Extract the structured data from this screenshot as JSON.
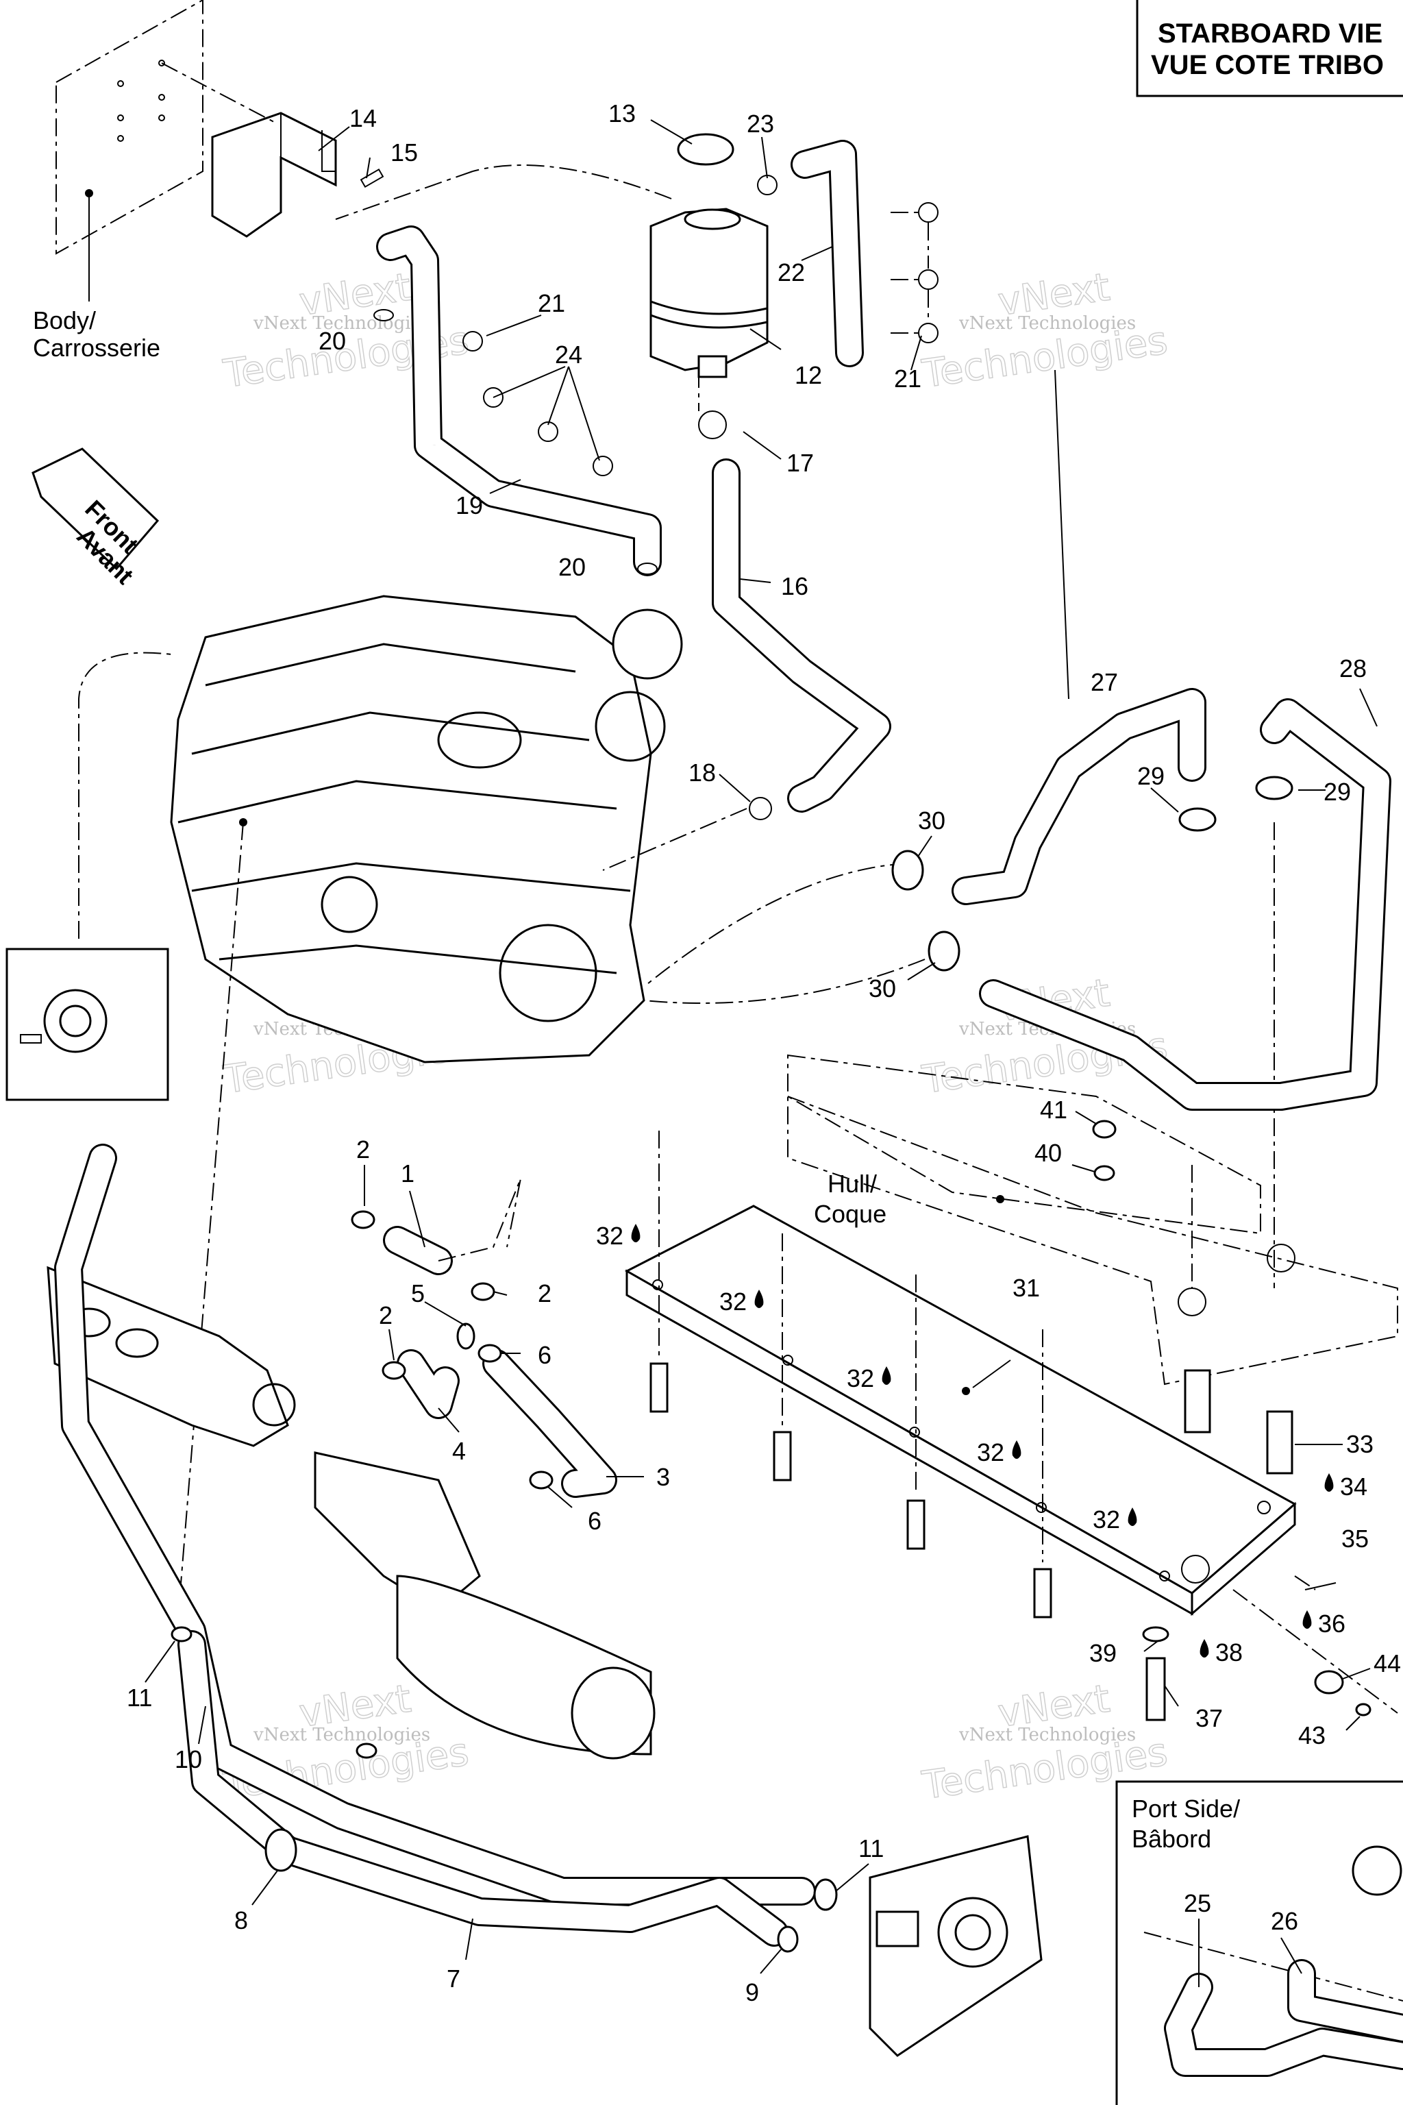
{
  "title": {
    "line1": "STARBOARD VIE",
    "line2": "VUE COTE TRIBO"
  },
  "regions": {
    "body": {
      "line1": "Body/",
      "line2": "Carrosserie"
    },
    "hull": {
      "line1": "Hull/",
      "line2": "Coque"
    },
    "front": {
      "line1": "Front",
      "line2": "Avant"
    },
    "port": {
      "line1": "Port Side/",
      "line2": "Bâbord"
    }
  },
  "watermark": {
    "line1": "vNext Technologies",
    "line2": "Technologies",
    "line3": "vNext"
  },
  "part_numbers": [
    "1",
    "2",
    "3",
    "4",
    "5",
    "6",
    "7",
    "8",
    "9",
    "10",
    "11",
    "12",
    "13",
    "14",
    "15",
    "16",
    "17",
    "18",
    "19",
    "20",
    "21",
    "22",
    "23",
    "24",
    "25",
    "26",
    "27",
    "28",
    "29",
    "30",
    "31",
    "32",
    "33",
    "34",
    "35",
    "36",
    "37",
    "38",
    "39",
    "40",
    "41",
    "43",
    "44"
  ],
  "callouts": {
    "c13": "13",
    "c23": "23",
    "c14": "14",
    "c15": "15",
    "c22": "22",
    "c21a": "21",
    "c21b": "21",
    "c12": "12",
    "c20a": "20",
    "c24": "24",
    "c17": "17",
    "c19": "19",
    "c20b": "20",
    "c16": "16",
    "c27": "27",
    "c28": "28",
    "c18": "18",
    "c29a": "29",
    "c29b": "29",
    "c30a": "30",
    "c30b": "30",
    "c41": "41",
    "c40": "40",
    "c2a": "2",
    "c1": "1",
    "c2b": "2",
    "c5": "5",
    "c2c": "2",
    "c6a": "6",
    "c4": "4",
    "c3": "3",
    "c6b": "6",
    "c31": "31",
    "c32a": "32",
    "c32b": "32",
    "c32c": "32",
    "c32d": "32",
    "c32e": "32",
    "c33": "33",
    "c34": "34",
    "c35": "35",
    "c36": "36",
    "c39": "39",
    "c38": "38",
    "c37": "37",
    "c44": "44",
    "c43": "43",
    "c11a": "11",
    "c10": "10",
    "c8": "8",
    "c11b": "11",
    "c7": "7",
    "c9": "9",
    "c25": "25",
    "c26": "26"
  },
  "symbols": {
    "sealant": "drop-icon"
  }
}
